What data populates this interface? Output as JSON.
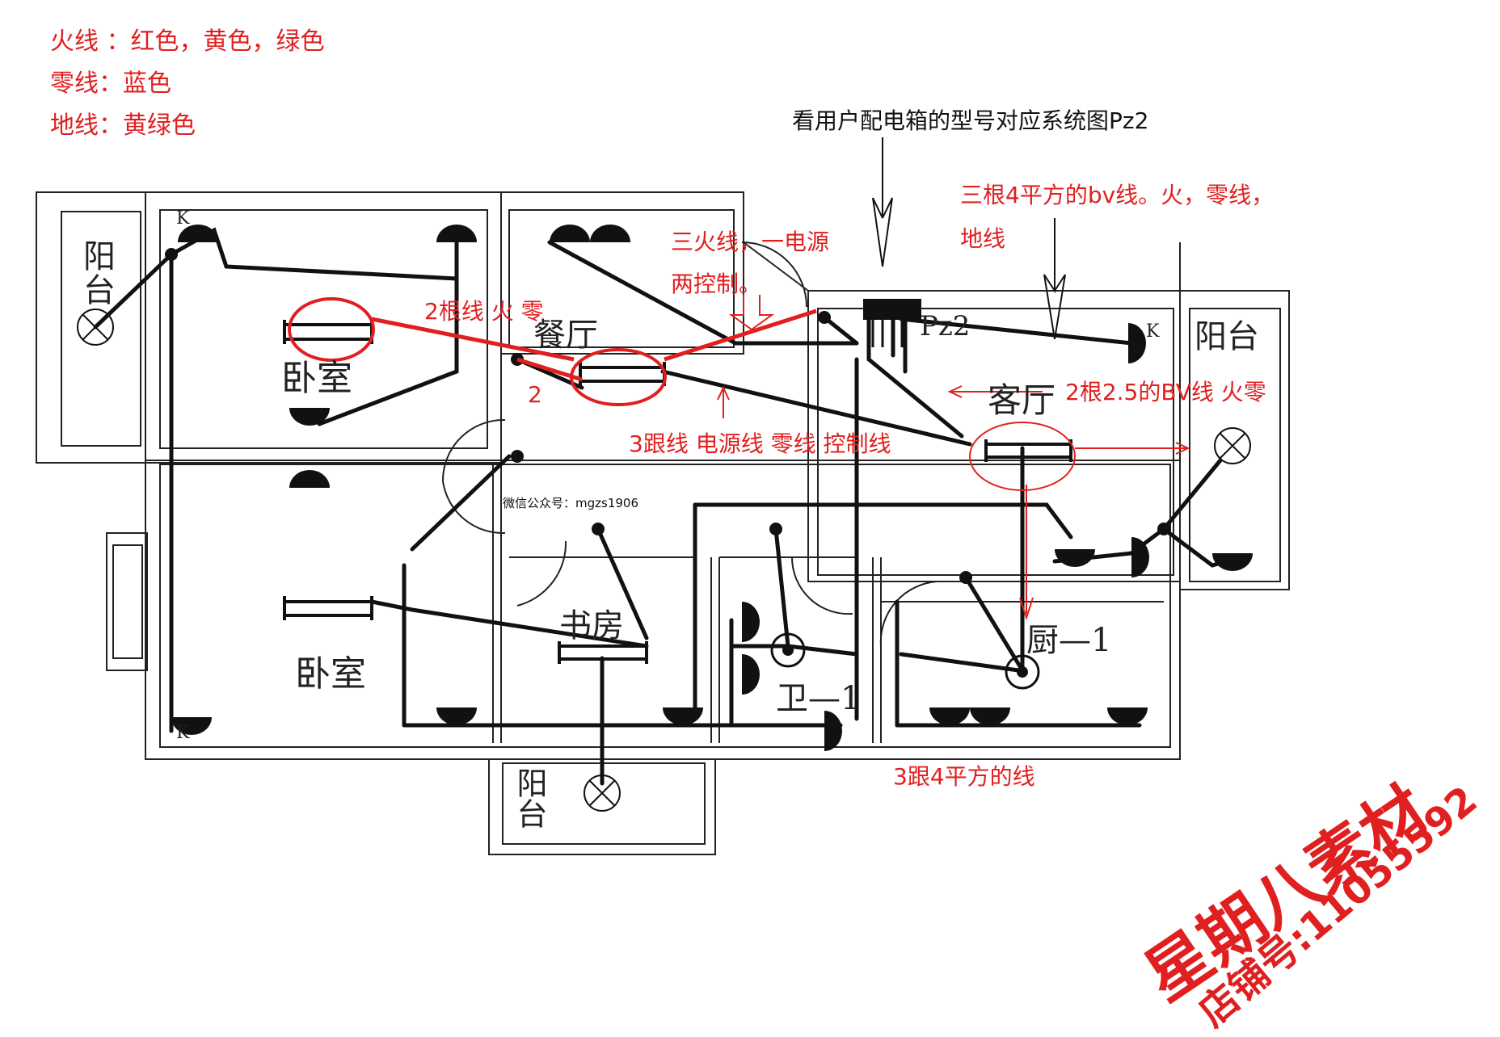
{
  "legend": {
    "live": "火线 ：红色，黄色，绿色",
    "neutral": "零线：蓝色",
    "ground": "地线：黄绿色"
  },
  "annotations": {
    "panel_note": "看用户配电箱的型号对应系统图Pz2",
    "bv_note_line1": "三根4平方的bv线。火，零线，",
    "bv_note_line2": "地线",
    "three_fire_line1": "三火线，一电源",
    "three_fire_line2": "两控制。",
    "two_wires": "2根线 火 零",
    "num_two": "2",
    "three_wires": "3跟线 电源线 零线 控制线",
    "two_bv": "2根2.5的BV线 火零",
    "three_4sq": "3跟4平方的线",
    "wechat": "微信公众号：mgzs1906"
  },
  "rooms": {
    "balcony_left": "阳台",
    "bedroom_top": "卧室",
    "dining": "餐厅",
    "bedroom_bottom": "卧室",
    "study": "书房",
    "bath": "卫—1",
    "kitchen": "厨—1",
    "living": "客厅",
    "balcony_right": "阳台",
    "balcony_bottom": "阳台",
    "panel_label": "Pz2",
    "switch_k": "K"
  },
  "watermark": {
    "brand": "星期八素材",
    "shop": "店铺号:11055592"
  },
  "colors": {
    "annotation": "#e02020",
    "line": "#111111"
  }
}
